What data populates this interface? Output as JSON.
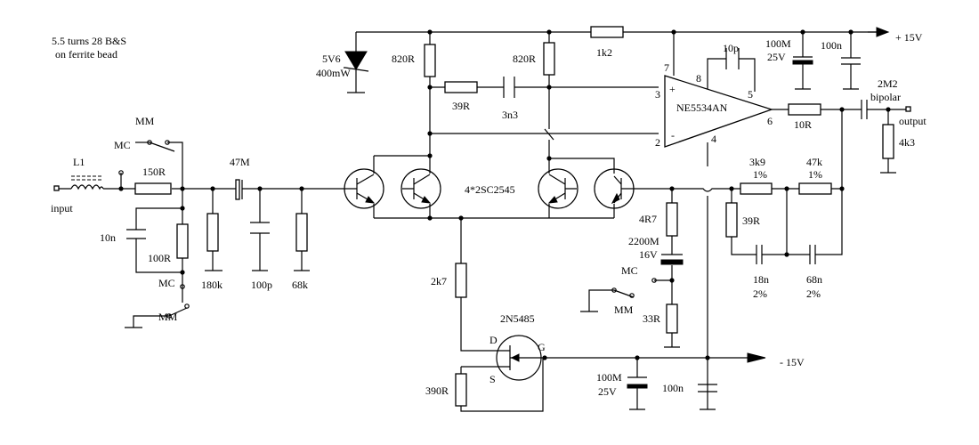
{
  "note": {
    "line1": "5.5 turns 28 B&S",
    "line2": "on ferrite bead"
  },
  "rails": {
    "positive": "+ 15V",
    "negative": "- 15V"
  },
  "input": {
    "inductor": "L1",
    "label": "input"
  },
  "output": {
    "label": "output"
  },
  "switch_labels": {
    "mm_top": "MM",
    "mc_top": "MC",
    "mc_bottom": "MC",
    "mm_bottom": "MM",
    "mc_right": "MC",
    "mm_right": "MM"
  },
  "opamp": {
    "part": "NE5534AN",
    "pin7": "7",
    "pin8": "8",
    "pin3": "3",
    "pin5": "5",
    "pin6": "6",
    "pin2": "2",
    "pin4": "4",
    "plus": "+",
    "minus": "-"
  },
  "transistors": {
    "pair": "4*2SC2545",
    "jfet": "2N5485",
    "drain": "D",
    "source": "S",
    "gate": "G"
  },
  "zener": {
    "voltage": "5V6",
    "power": "400mW"
  },
  "components": {
    "r_input": "150R",
    "c_input_shunt": "10n",
    "r_load": "100R",
    "c_coupling": "47M",
    "r_bias": "180k",
    "c_rf": "100p",
    "r_gate": "68k",
    "r_col_left": "820R",
    "r_col_right": "820R",
    "r_supply": "1k2",
    "r_comp": "39R",
    "c_comp": "3n3",
    "c_comp_op": "10p",
    "c_bulk_pos": "100M",
    "c_bulk_pos_v": "25V",
    "c_decouple_pos": "100n",
    "r_out": "10R",
    "c_out": "2M2",
    "c_out_type": "bipolar",
    "r_out_load": "4k3",
    "r_fb1": "3k9",
    "r_fb1_tol": "1%",
    "r_fb2": "47k",
    "r_fb2_tol": "1%",
    "r_emitter": "4R7",
    "c_emitter": "2200M",
    "c_emitter_v": "16V",
    "r_fb_shunt": "39R",
    "c_fb1": "18n",
    "c_fb1_tol": "2%",
    "c_fb2": "68n",
    "c_fb2_tol": "2%",
    "r_drain": "2k7",
    "r_mm_gain": "33R",
    "r_source": "390R",
    "c_bulk_neg": "100M",
    "c_bulk_neg_v": "25V",
    "c_decouple_neg": "100n"
  }
}
